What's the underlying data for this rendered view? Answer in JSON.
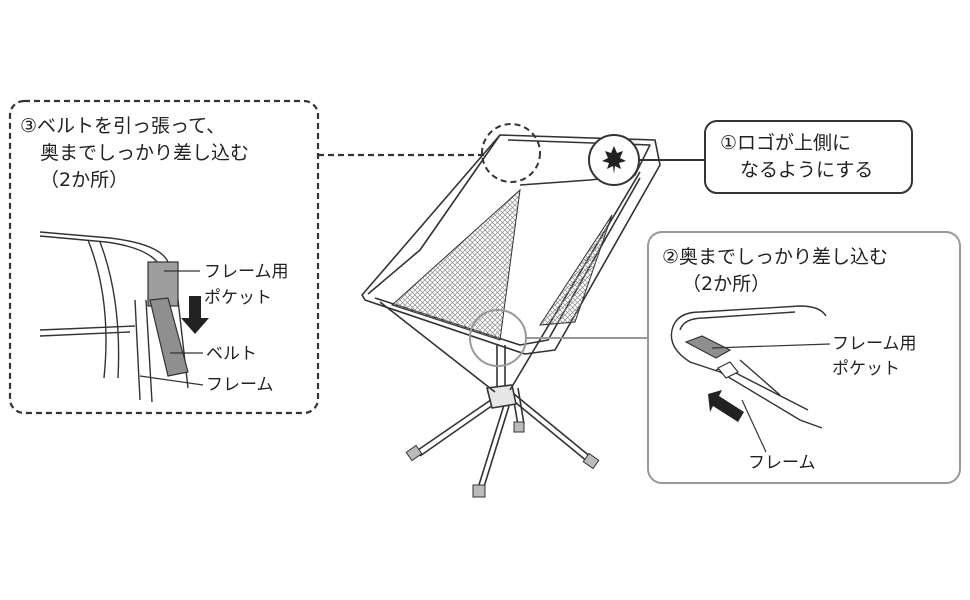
{
  "step3": {
    "line1": "③ベルトを引っ張って、",
    "line2": "奥までしっかり差し込む",
    "line3": "（2か所）",
    "label_pocket_1": "フレーム用",
    "label_pocket_2": "ポケット",
    "label_belt": "ベルト",
    "label_frame": "フレーム"
  },
  "step1": {
    "line1": "①ロゴが上側に",
    "line2": "なるようにする"
  },
  "step2": {
    "line1": "②奥までしっかり差し込む",
    "line2": "（2か所）",
    "label_pocket_1": "フレーム用",
    "label_pocket_2": "ポケット",
    "label_frame": "フレーム"
  },
  "colors": {
    "line": "#333333",
    "mesh": "#9a9a9a",
    "belt": "#8a8a8a",
    "arrow": "#222222",
    "box_gray": "#9a9a9a"
  }
}
